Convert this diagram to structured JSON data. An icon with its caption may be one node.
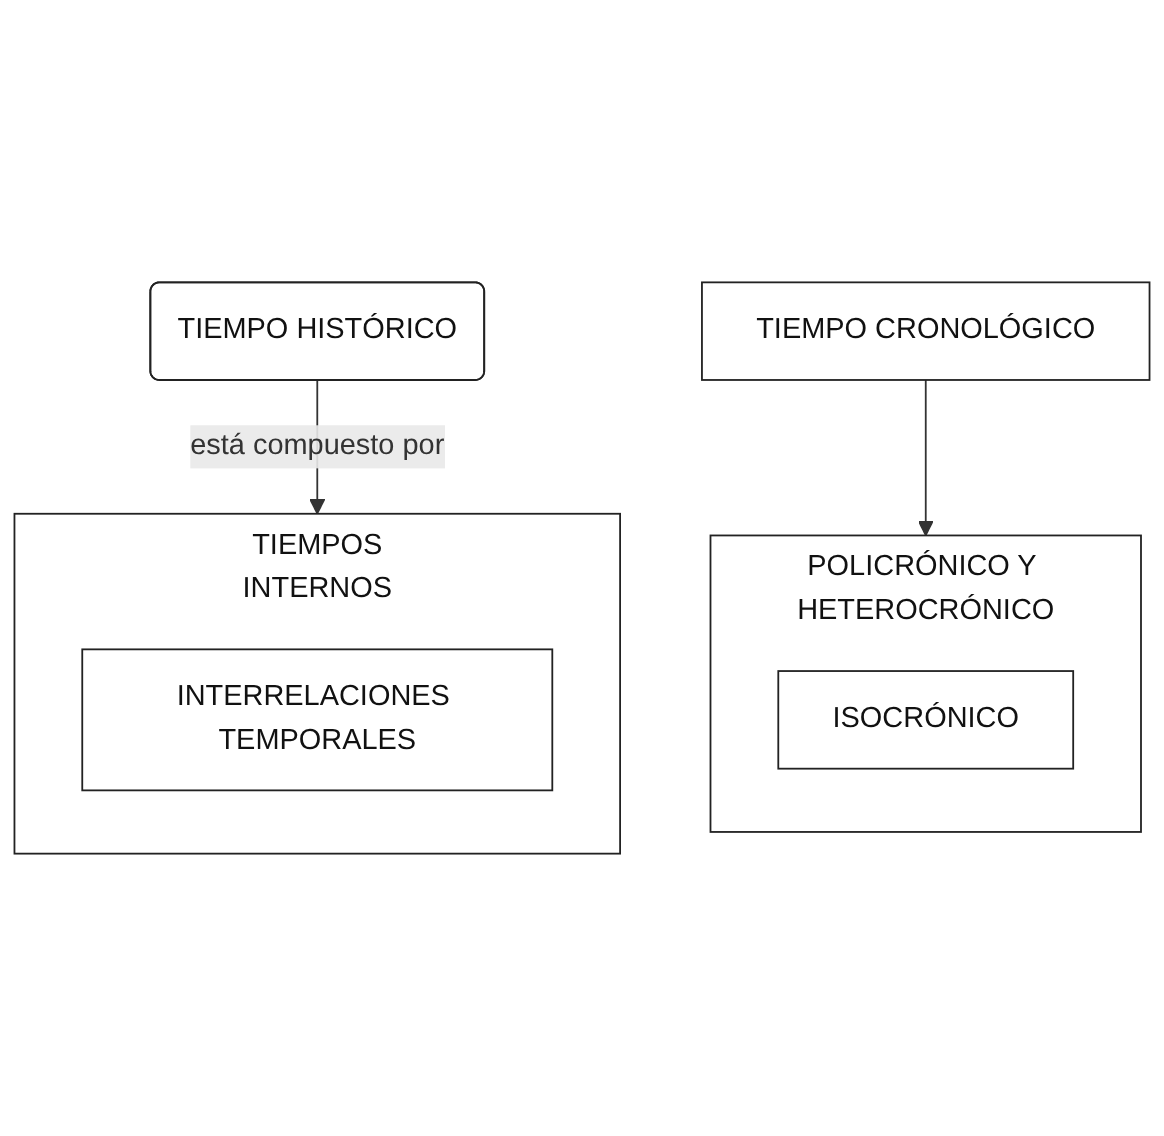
{
  "diagram": {
    "nodes": [
      {
        "text": [
          "TIEMPO HISTÓRICO"
        ]
      },
      {
        "text": [
          "TIEMPOS",
          "INTERNOS"
        ]
      },
      {
        "text": [
          "TIEMPO CRONOLÓGICO"
        ]
      },
      {
        "text": [
          "INTERRELACIONES TEMPORALES"
        ],
        "in": 1
      },
      {
        "text": [
          "POLICRÓNICO Y HETEROCRÓNICO"
        ]
      },
      {
        "text": [
          "ISOCRÓNICO"
        ],
        "in": 4
      }
    ],
    "edges": [
      {
        "from": 0,
        "to": 1,
        "arrow": "to",
        "label": "está compuesto por"
      },
      {
        "from": 2,
        "to": 4,
        "arrow": "to"
      }
    ]
  }
}
